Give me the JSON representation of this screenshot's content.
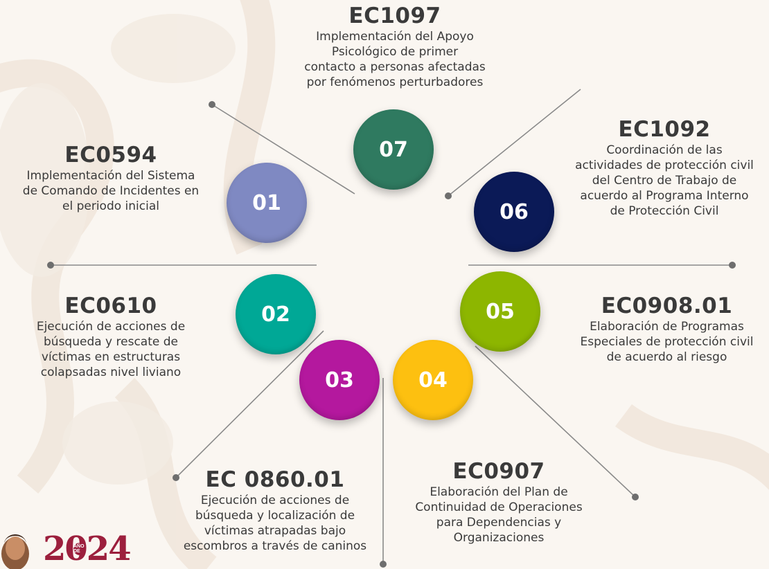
{
  "colors": {
    "c01": "#7f89c2",
    "c02": "#00a896",
    "c03": "#b4189e",
    "c04": "#fdc010",
    "c05": "#8db600",
    "c06": "#0b1a57",
    "c07": "#2f7a60",
    "line": "#8a8a8a",
    "dot": "#6e6e6e"
  },
  "items": {
    "n01": {
      "number": "01",
      "code": "EC0594",
      "desc": [
        "Implementación del Sistema",
        "de Comando de Incidentes en",
        "el periodo inicial"
      ]
    },
    "n02": {
      "number": "02",
      "code": "EC0610",
      "desc": [
        "Ejecución de acciones de",
        "búsqueda y rescate de",
        "víctimas en estructuras",
        "colapsadas nivel liviano"
      ]
    },
    "n03": {
      "number": "03",
      "code": "EC 0860.01",
      "desc": [
        "Ejecución de acciones de",
        "búsqueda y localización de",
        "víctimas atrapadas bajo",
        "escombros a través de caninos"
      ]
    },
    "n04": {
      "number": "04",
      "code": "EC0907",
      "desc": [
        "Elaboración del Plan de",
        "Continuidad de Operaciones",
        "para Dependencias y",
        "Organizaciones"
      ]
    },
    "n05": {
      "number": "05",
      "code": "EC0908.01",
      "desc": [
        "Elaboración de Programas",
        "Especiales de protección civil",
        "de acuerdo al riesgo"
      ]
    },
    "n06": {
      "number": "06",
      "code": "EC1092",
      "desc": [
        "Coordinación de las",
        "actividades de protección civil",
        "del Centro de Trabajo de",
        "acuerdo al Programa Interno",
        "de Protección Civil"
      ]
    },
    "n07": {
      "number": "07",
      "code": "EC1097",
      "desc": [
        "Implementación del Apoyo",
        "Psicológico de primer",
        "contacto a personas afectadas",
        "por fenómenos perturbadores"
      ]
    }
  },
  "logo": {
    "year": "2024",
    "small_text": "AÑO DE"
  }
}
